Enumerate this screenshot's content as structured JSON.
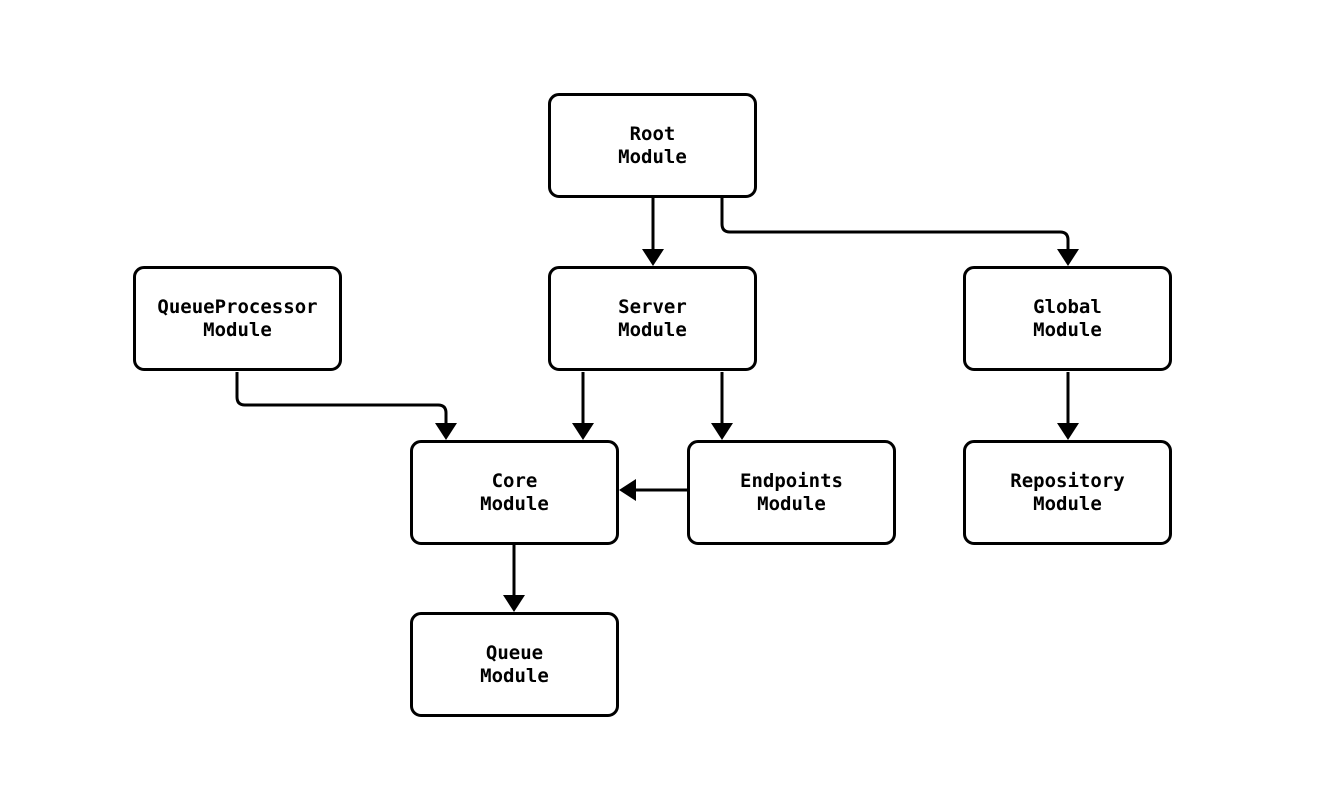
{
  "diagram": {
    "type": "flowchart",
    "background_color": "#ffffff",
    "edge_color": "#000000",
    "node_border_color": "#000000",
    "node_fill_color": "#ffffff",
    "text_color": "#000000",
    "nodes": [
      {
        "id": "root",
        "label": "Root\nModule"
      },
      {
        "id": "server",
        "label": "Server\nModule"
      },
      {
        "id": "global",
        "label": "Global\nModule"
      },
      {
        "id": "queueprocessor",
        "label": "QueueProcessor\nModule"
      },
      {
        "id": "core",
        "label": "Core\nModule"
      },
      {
        "id": "endpoints",
        "label": "Endpoints\nModule"
      },
      {
        "id": "repository",
        "label": "Repository\nModule"
      },
      {
        "id": "queue",
        "label": "Queue\nModule"
      }
    ],
    "edges": [
      {
        "from": "Root Module",
        "to": "Server Module"
      },
      {
        "from": "Root Module",
        "to": "Global Module"
      },
      {
        "from": "QueueProcessor Module",
        "to": "Core Module"
      },
      {
        "from": "Server Module",
        "to": "Core Module"
      },
      {
        "from": "Server Module",
        "to": "Endpoints Module"
      },
      {
        "from": "Endpoints Module",
        "to": "Core Module"
      },
      {
        "from": "Global Module",
        "to": "Repository Module"
      },
      {
        "from": "Core Module",
        "to": "Queue Module"
      }
    ]
  }
}
